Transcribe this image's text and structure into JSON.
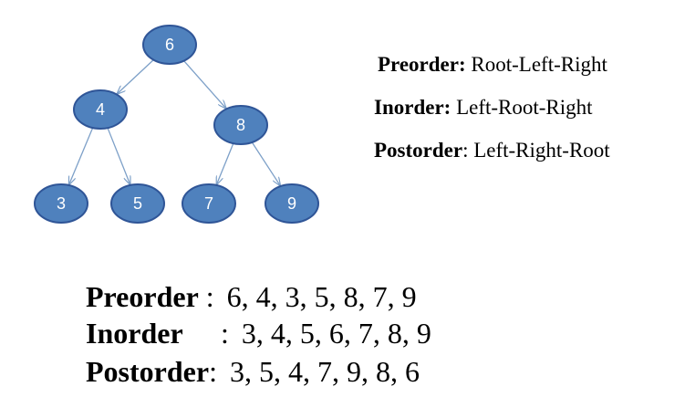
{
  "colors": {
    "node_fill": "#4f81bd",
    "node_stroke": "#2f5597",
    "edge": "#7da0c8",
    "node_text": "#ffffff"
  },
  "tree": {
    "nodes": [
      {
        "id": "n6",
        "label": "6"
      },
      {
        "id": "n4",
        "label": "4"
      },
      {
        "id": "n8",
        "label": "8"
      },
      {
        "id": "n3",
        "label": "3"
      },
      {
        "id": "n5",
        "label": "5"
      },
      {
        "id": "n7",
        "label": "7"
      },
      {
        "id": "n9",
        "label": "9"
      }
    ],
    "edges": [
      {
        "from": "n6",
        "to": "n4"
      },
      {
        "from": "n6",
        "to": "n8"
      },
      {
        "from": "n4",
        "to": "n3"
      },
      {
        "from": "n4",
        "to": "n5"
      },
      {
        "from": "n8",
        "to": "n7"
      },
      {
        "from": "n8",
        "to": "n9"
      }
    ]
  },
  "definitions": {
    "preorder": {
      "term": "Preorder:",
      "desc": " Root-Left-Right"
    },
    "inorder": {
      "term": "Inorder:",
      "desc": " Left-Root-Right"
    },
    "postorder": {
      "term": "Postorder",
      "desc": ": Left-Right-Root"
    }
  },
  "traversals": {
    "preorder": {
      "name": "Preorder",
      "sep": " : ",
      "sequence": "6, 4, 3, 5, 8, 7, 9"
    },
    "inorder": {
      "name": "Inorder",
      "sep": " : ",
      "sequence": "3, 4, 5, 6, 7, 8, 9"
    },
    "postorder": {
      "name": "Postorder",
      "sep": ": ",
      "sequence": "3, 5, 4, 7, 9, 8, 6"
    }
  }
}
